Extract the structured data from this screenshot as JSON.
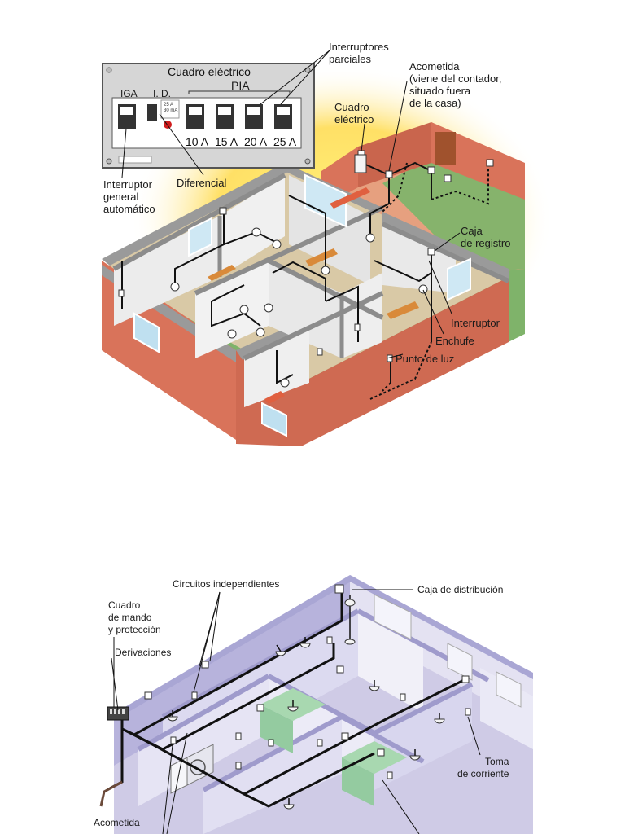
{
  "diagram1": {
    "panel": {
      "title": "Cuadro eléctrico",
      "iga": "IGA",
      "id": "I. D.",
      "pia": "PIA",
      "id_rating": "25 A\n30 mA",
      "amps": [
        "10 A",
        "15 A",
        "20 A",
        "25 A"
      ]
    },
    "labels": {
      "interruptores_parciales": "Interruptores\nparciales",
      "acometida": "Acometida\n(viene del contador,\nsituado fuera\nde la casa)",
      "cuadro_electrico": "Cuadro\neléctrico",
      "diferencial": "Diferencial",
      "interruptor_general": "Interruptor\ngeneral\nautomático",
      "caja_registro": "Caja\nde registro",
      "interruptor": "Interruptor",
      "enchufe": "Enchufe",
      "punto_luz": "Punto de luz"
    }
  },
  "diagram2": {
    "labels": {
      "circuitos": "Circuitos independientes",
      "caja_distribucion": "Caja de distribución",
      "cuadro_mando": "Cuadro\nde mando\ny protección",
      "derivaciones": "Derivaciones",
      "toma": "Toma\nde corriente",
      "acometida": "Acometida"
    }
  },
  "colors": {
    "brick": "#d9735a",
    "wall_top": "#9a9a9a",
    "wall_inner": "#ececec",
    "floor": "#d9c9a6",
    "grass": "#7fb36a",
    "sun": "#ffe66a",
    "lavender": "#c8c6e6",
    "lavender_dark": "#a9a6d4",
    "green_panel": "#a8d8b0"
  }
}
